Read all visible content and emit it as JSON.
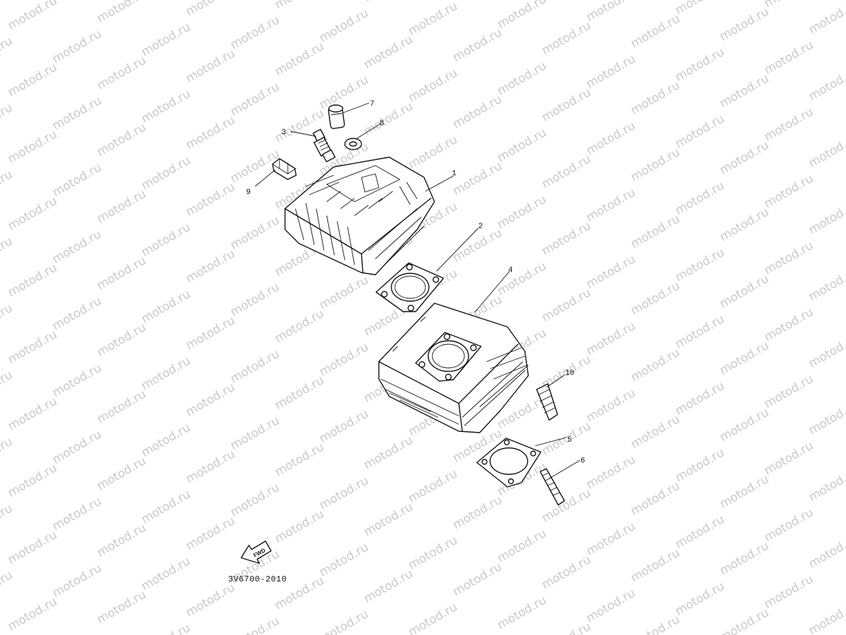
{
  "watermark": {
    "text": "motod.ru"
  },
  "diagram": {
    "part_code": "3V6700-2010",
    "fwd_marker": "FWD",
    "callouts": [
      {
        "id": "1",
        "label": "1"
      },
      {
        "id": "2",
        "label": "2"
      },
      {
        "id": "3",
        "label": "3"
      },
      {
        "id": "4",
        "label": "4"
      },
      {
        "id": "5",
        "label": "5"
      },
      {
        "id": "6",
        "label": "6"
      },
      {
        "id": "7",
        "label": "7"
      },
      {
        "id": "8",
        "label": "8"
      },
      {
        "id": "9",
        "label": "9"
      },
      {
        "id": "10",
        "label": "10"
      }
    ]
  }
}
